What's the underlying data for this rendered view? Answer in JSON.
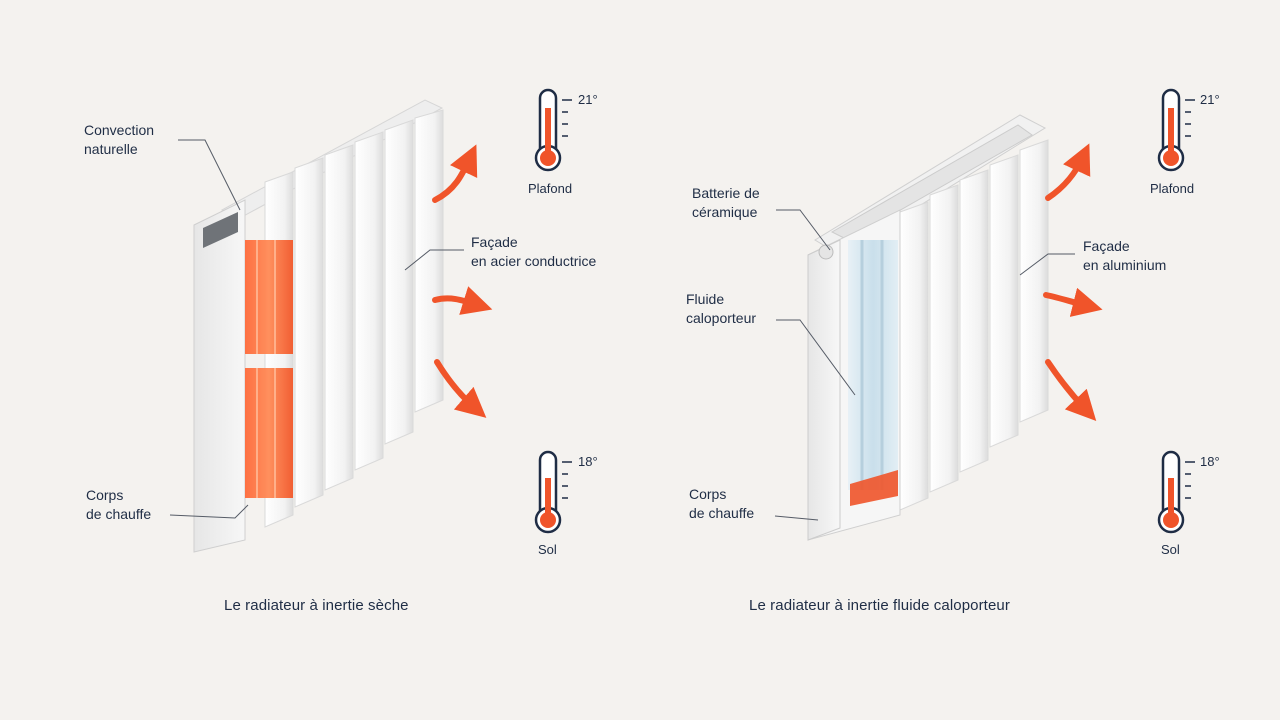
{
  "left": {
    "caption": "Le radiateur à inertie sèche",
    "labels": {
      "convection": [
        "Convection",
        "naturelle"
      ],
      "facade": [
        "Façade",
        "en acier conductrice"
      ],
      "corps": [
        "Corps",
        "de chauffe"
      ]
    },
    "thermo_top": {
      "value": "21°",
      "location": "Plafond"
    },
    "thermo_bottom": {
      "value": "18°",
      "location": "Sol"
    }
  },
  "right": {
    "caption": "Le radiateur à inertie fluide caloporteur",
    "labels": {
      "batterie": [
        "Batterie de",
        "céramique"
      ],
      "fluide": [
        "Fluide",
        "caloporteur"
      ],
      "facade": [
        "Façade",
        "en aluminium"
      ],
      "corps": [
        "Corps",
        "de chauffe"
      ]
    },
    "thermo_top": {
      "value": "21°",
      "location": "Plafond"
    },
    "thermo_bottom": {
      "value": "18°",
      "location": "Sol"
    }
  },
  "colors": {
    "accent": "#f0542a",
    "text": "#1f2d45",
    "background": "#f4f2ef",
    "fluid": "#cfe3ee"
  }
}
